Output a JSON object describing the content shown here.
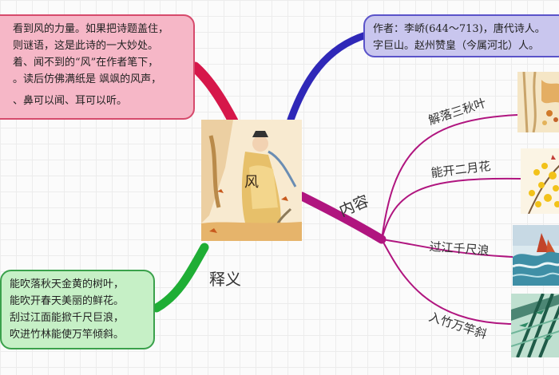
{
  "central": {
    "title": "风"
  },
  "branches": {
    "appreciation": {
      "lines": [
        "看到风的力量。如果把诗题盖住，",
        "则谜语，这是此诗的一大妙处。",
        "着、闻不到的“风”在作者笔下，",
        "。读后仿佛满纸是 飒飒的风声，",
        "、鼻可以闻、耳可以听。"
      ]
    },
    "author": {
      "lines": [
        "作者：李峤(644～713)，唐代诗人。",
        "字巨山。赵州赞皇（今属河北）人。"
      ]
    },
    "meaning": {
      "label": "释义",
      "lines": [
        "能吹落秋天金黄的树叶，",
        "能吹开春天美丽的鲜花。",
        "刮过江面能掀千尺巨浪，",
        "吹进竹林能使万竿倾斜。"
      ]
    },
    "content": {
      "label": "内容",
      "items": [
        "解落三秋叶",
        "能开二月花",
        "过江千尺浪",
        "入竹万竿斜"
      ]
    }
  },
  "colors": {
    "appreciation_branch": "#d6174a",
    "author_branch": "#2f28b8",
    "meaning_branch": "#1fae35",
    "content_branch": "#b0157f"
  },
  "icons": [
    "poet-painting",
    "autumn-leaves-image",
    "spring-flowers-image",
    "river-waves-image",
    "bamboo-forest-image"
  ]
}
